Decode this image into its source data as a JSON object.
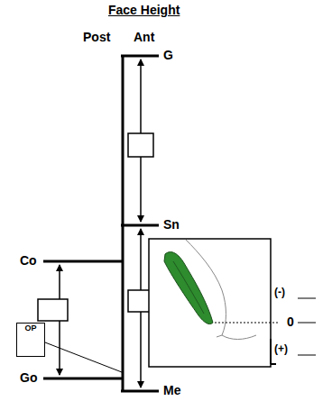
{
  "diagram": {
    "title": "Face Height",
    "nodes": [
      {
        "text": [
          "OP"
        ]
      }
    ],
    "labels": [
      "Post",
      "Ant",
      "G",
      "Sn",
      "Co",
      "Go",
      "Me",
      "(-)",
      "0",
      "(+)"
    ]
  }
}
